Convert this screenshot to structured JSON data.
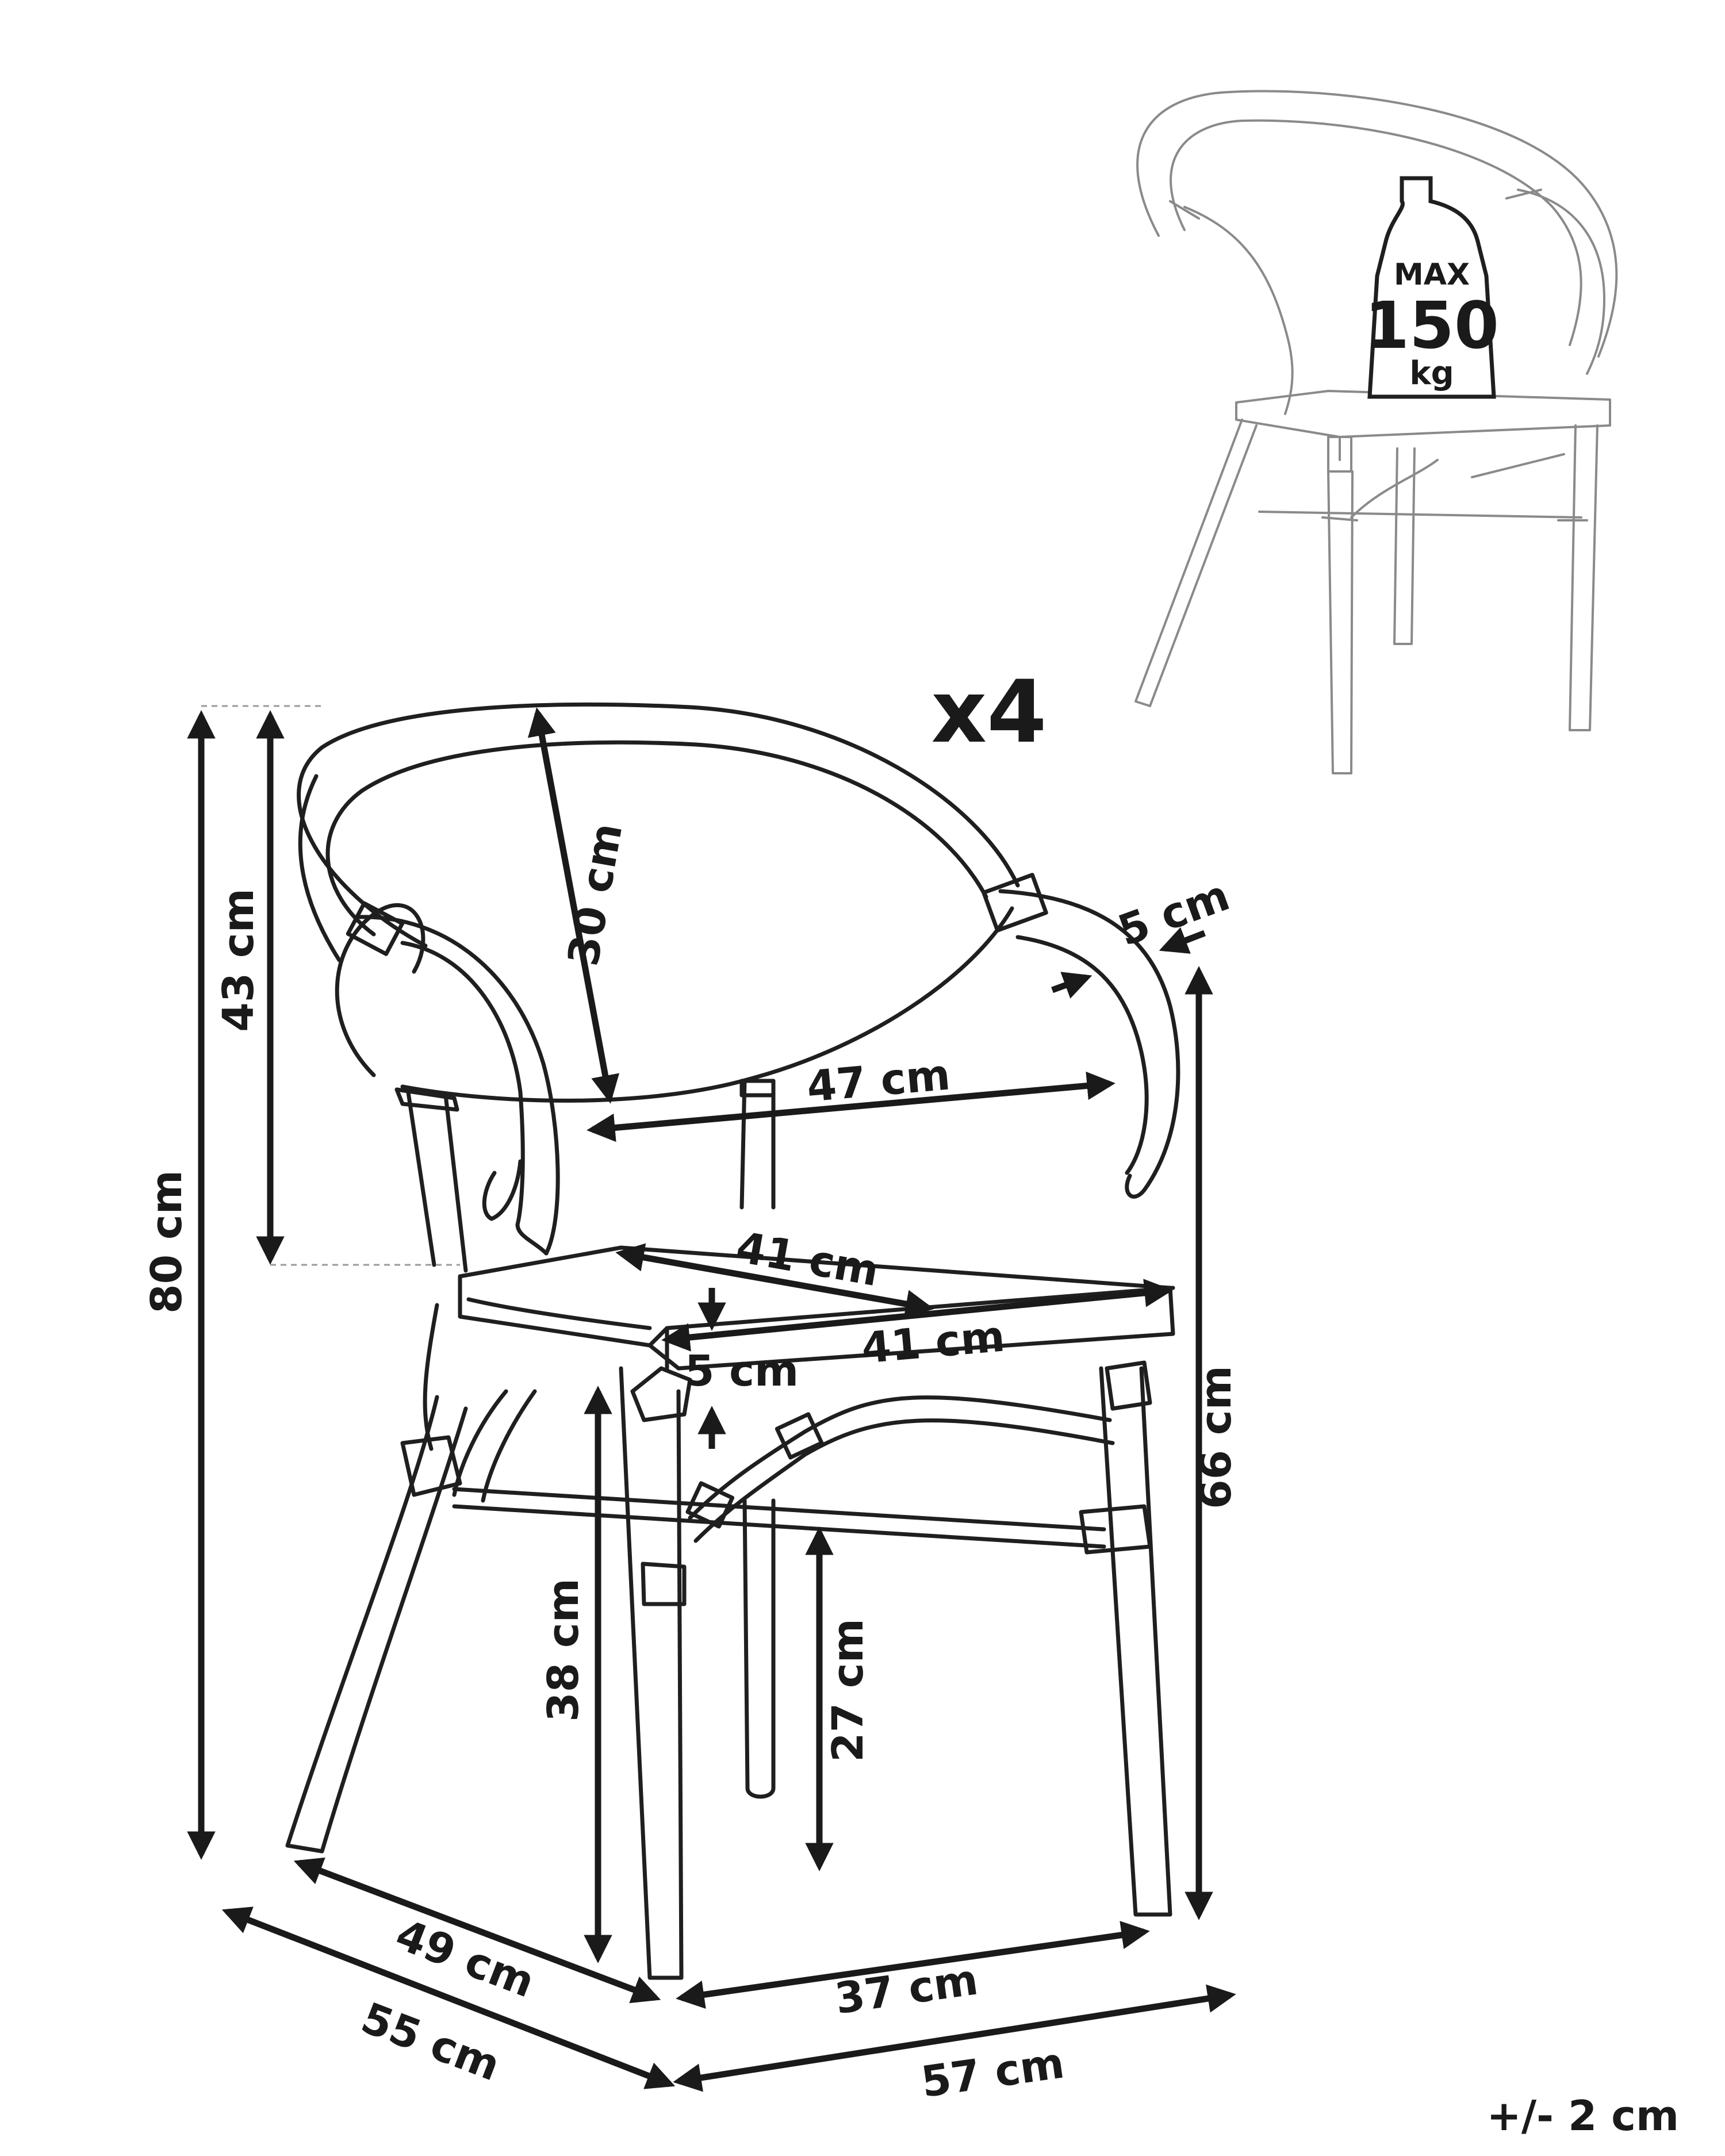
{
  "quantity": "x4",
  "tolerance": "+/- 2 cm",
  "weight_limit": {
    "line1": "MAX",
    "line2": "150",
    "line3": "kg"
  },
  "dimensions": {
    "total_height": "80 cm",
    "backrest_height": "43 cm",
    "backrest_depth": "30 cm",
    "seat_width_back": "47 cm",
    "armrest_width": "5 cm",
    "seat_depth": "41 cm",
    "seat_width": "41 cm",
    "seat_thickness": "5 cm",
    "arm_height": "66 cm",
    "seat_height": "38 cm",
    "stretcher_height": "27 cm",
    "base_depth": "49 cm",
    "overall_depth": "55 cm",
    "base_width": "37 cm",
    "overall_width": "57 cm"
  }
}
